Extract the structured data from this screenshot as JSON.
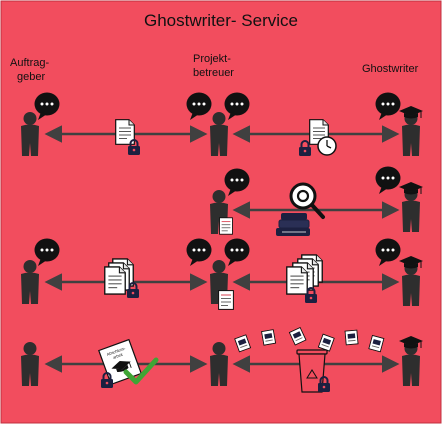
{
  "title": "Ghostwriter- Service",
  "roles": {
    "client_line1": "Auftrag-",
    "client_line2": "geber",
    "pm_line1": "Projekt-",
    "pm_line2": "betreuer",
    "writer": "Ghostwriter"
  },
  "rows": [
    {
      "id": "row-1",
      "left_icon": "document-lock-icon",
      "right_icon": "document-clock-lock-icon"
    },
    {
      "id": "row-2",
      "left_icon": "",
      "right_icon": "magnifier-books-icon"
    },
    {
      "id": "row-3",
      "left_icon": "document-stack-lock-icon",
      "right_icon": "document-stack-lock-icon"
    },
    {
      "id": "row-4",
      "left_icon": "certificate-check-lock-icon",
      "right_icon": "shredded-pages-recycle-bin-icon"
    }
  ],
  "certificate_text_1": "Abschluss-",
  "certificate_text_2": "arbeit",
  "colors": {
    "background": "#f24d5e",
    "ink": "#111111",
    "person": "#2e2e2e",
    "navy": "#1c2040",
    "arrow": "#404040",
    "check": "#3fa535"
  }
}
